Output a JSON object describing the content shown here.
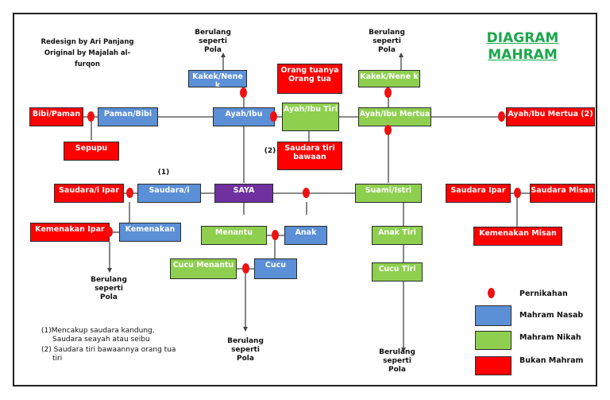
{
  "credit": {
    "line1": "Redesign by Ari Panjang",
    "line2": "Original by Majalah al-",
    "line3": "furqon"
  },
  "title": {
    "line1": "DIAGRAM",
    "line2": "MAHRAM"
  },
  "nodes": {
    "kakek_left": "Kakek/Nene k",
    "kakek_right": "Kakek/Nene k",
    "orang_tua": "Orang tuanya Orang tua",
    "bibi_paman": "Bibi/Paman",
    "paman_bibi": "Paman/Bibi",
    "ayah_ibu": "Ayah/Ibu",
    "ayah_ibu_tiri": "Ayah/Ibu Tiri",
    "ayah_ibu_mertua_green": "Ayah/Ibu Mertua",
    "ayah_ibu_mertua_red": "Ayah/Ibu Mertua (2)",
    "sepupu": "Sepupu",
    "saudara_tiri": "Saudara tiri bawaan",
    "saudara_ipar": "Saudara/i Ipar",
    "saudara_i": "Saudara/i",
    "saya": "SAYA",
    "suami_istri": "Suami/Istri",
    "saudara_ipar_right": "Saudara Ipar",
    "saudara_misan": "Saudara Misan",
    "kemenakan_ipar": "Kemenakan Ipar",
    "kemenakan": "Kemenakan",
    "menantu": "Menantu",
    "anak": "Anak",
    "anak_tiri": "Anak Tiri",
    "kemenakan_misan": "Kemenakan Misan",
    "cucu_menantu": "Cucu Menantu",
    "cucu": "Cucu",
    "cucu_tiri": "Cucu Tiri"
  },
  "notes": {
    "berulang_line1": "Berulang",
    "berulang_line2": "seperti",
    "berulang_line3": "Pola",
    "marker1": "(1)",
    "marker2": "(2)"
  },
  "footnotes": {
    "f1a": "(1)Mencakup saudara kandung,",
    "f1b": "Saudara seayah atau seibu",
    "f2a": "(2) Saudara tiri bawaannya orang tua",
    "f2b": "tiri"
  },
  "legend": {
    "pernikahan": "Pernikahan",
    "mahram_nasab": "Mahram Nasab",
    "mahram_nikah": "Mahram Nikah",
    "bukan_mahram": "Bukan Mahram"
  },
  "colors": {
    "nasab": "#5b8fd6",
    "nikah": "#8ecf4f",
    "bukan": "#ff0000",
    "self": "#7030a0",
    "marriage_dot": "#ee1111",
    "title": "#1aa84b"
  }
}
